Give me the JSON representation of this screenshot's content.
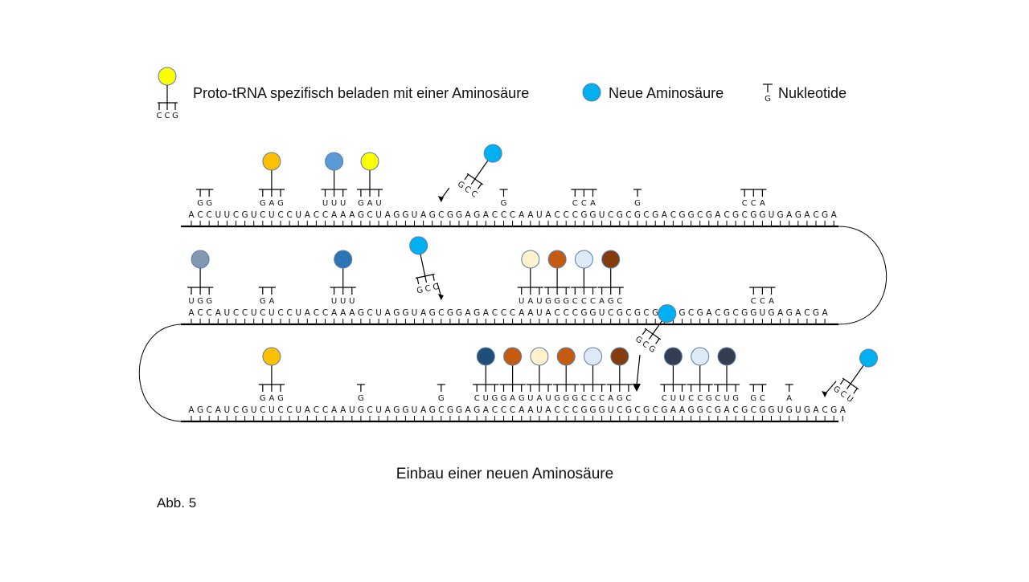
{
  "legend": {
    "trna_label": "Proto-tRNA spezifisch beladen mit einer Aminosäure",
    "trna_anticodon": [
      "C",
      "C",
      "G"
    ],
    "trna_color": "#FFFF00",
    "new_aa_label": "Neue Aminosäure",
    "new_aa_color": "#00B0F0",
    "nucleotide_label": "Nukleotide",
    "nucleotide_letter": "G"
  },
  "rows": [
    {
      "sequence": "ACCUUCGUCUCCUACCAAAGCUAGGUAGCGGAGACCCAAUACCCGGUCGCGCGACGGCGACGCGGUGAGACGA",
      "bound": [
        {
          "start": 1,
          "bases": "GG",
          "color": null
        },
        {
          "start": 8,
          "bases": "GAG",
          "color": "#FFC000"
        },
        {
          "start": 15,
          "bases": "UUU",
          "color": "#5B9BD5"
        },
        {
          "start": 19,
          "bases": "GAU",
          "color": "#FFFF00"
        },
        {
          "start": 35,
          "bases": "G",
          "color": null
        },
        {
          "start": 43,
          "bases": "CCA",
          "color": null
        },
        {
          "start": 50,
          "bases": "G",
          "color": null
        },
        {
          "start": 62,
          "bases": "CCA",
          "color": null
        }
      ],
      "incoming": {
        "target": 28,
        "anticodon": "GCC",
        "color": "#00B0F0"
      }
    },
    {
      "sequence": "ACCAUCCUCUCCUACCAAAGCUAGGUAGCGGAGACCCAAUACCCGGUCGCGCGCGGCGACGCGGUGAGACGA",
      "bound": [
        {
          "start": 0,
          "bases": "UGG",
          "color": "#8497B0"
        },
        {
          "start": 8,
          "bases": "GA",
          "color": null
        },
        {
          "start": 16,
          "bases": "UUU",
          "color": "#2E75B6"
        },
        {
          "start": 37,
          "bases": "UAU",
          "color": "#FFF2CC"
        },
        {
          "start": 40,
          "bases": "GGG",
          "color": "#C55A11"
        },
        {
          "start": 43,
          "bases": "CCC",
          "color": "#DEEBF7"
        },
        {
          "start": 46,
          "bases": "AGC",
          "color": "#843C0C"
        },
        {
          "start": 63,
          "bases": "CCA",
          "color": null
        }
      ],
      "incoming": {
        "target": 28,
        "anticodon": "GCC",
        "color": "#00B0F0"
      }
    },
    {
      "sequence": "AGCAUCGUCUCCUACCAAUGCUAGGUAGCGGAGACCCAAUACCCGGGUCGCGCGAAGGCGACGCGGUGUGACGA",
      "bound": [
        {
          "start": 8,
          "bases": "GAG",
          "color": "#FFC000"
        },
        {
          "start": 19,
          "bases": "G",
          "color": null
        },
        {
          "start": 28,
          "bases": "G",
          "color": null
        },
        {
          "start": 32,
          "bases": "CUG",
          "color": "#1F4E79"
        },
        {
          "start": 35,
          "bases": "GAG",
          "color": "#C55A11"
        },
        {
          "start": 38,
          "bases": "UAU",
          "color": "#FFF2CC"
        },
        {
          "start": 41,
          "bases": "GGG",
          "color": "#C55A11"
        },
        {
          "start": 44,
          "bases": "CCC",
          "color": "#DEEBF7"
        },
        {
          "start": 47,
          "bases": "AGC",
          "color": "#843C0C"
        },
        {
          "start": 53,
          "bases": "CUU",
          "color": "#333F50"
        },
        {
          "start": 56,
          "bases": "CCG",
          "color": "#DEEBF7"
        },
        {
          "start": 59,
          "bases": "CUG",
          "color": "#333F50"
        },
        {
          "start": 63,
          "bases": "GC",
          "color": null
        },
        {
          "start": 67,
          "bases": "A",
          "color": null
        }
      ],
      "incoming": {
        "target": 71,
        "anticodon": "GCU",
        "color": "#00B0F0"
      }
    }
  ],
  "row2_to_row3_incoming": {
    "anticodon": "GCG",
    "color": "#00B0F0"
  },
  "caption": "Einbau einer neuen Aminosäure",
  "figure_label": "Abb. 5"
}
